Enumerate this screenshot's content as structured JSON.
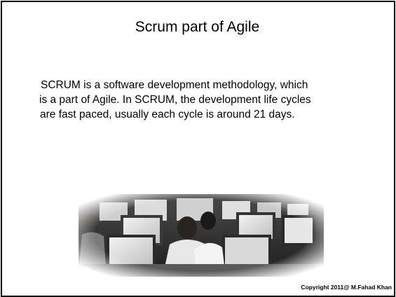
{
  "slide": {
    "title": "Scrum part of Agile",
    "body_lines": [
      "SCRUM is a software development methodology, which",
      "is a part of Agile. In SCRUM, the development life cycles",
      "are fast paced, usually each cycle is around 21 days."
    ],
    "footer": "Copyright  2011@ M.Fahad Khan"
  }
}
